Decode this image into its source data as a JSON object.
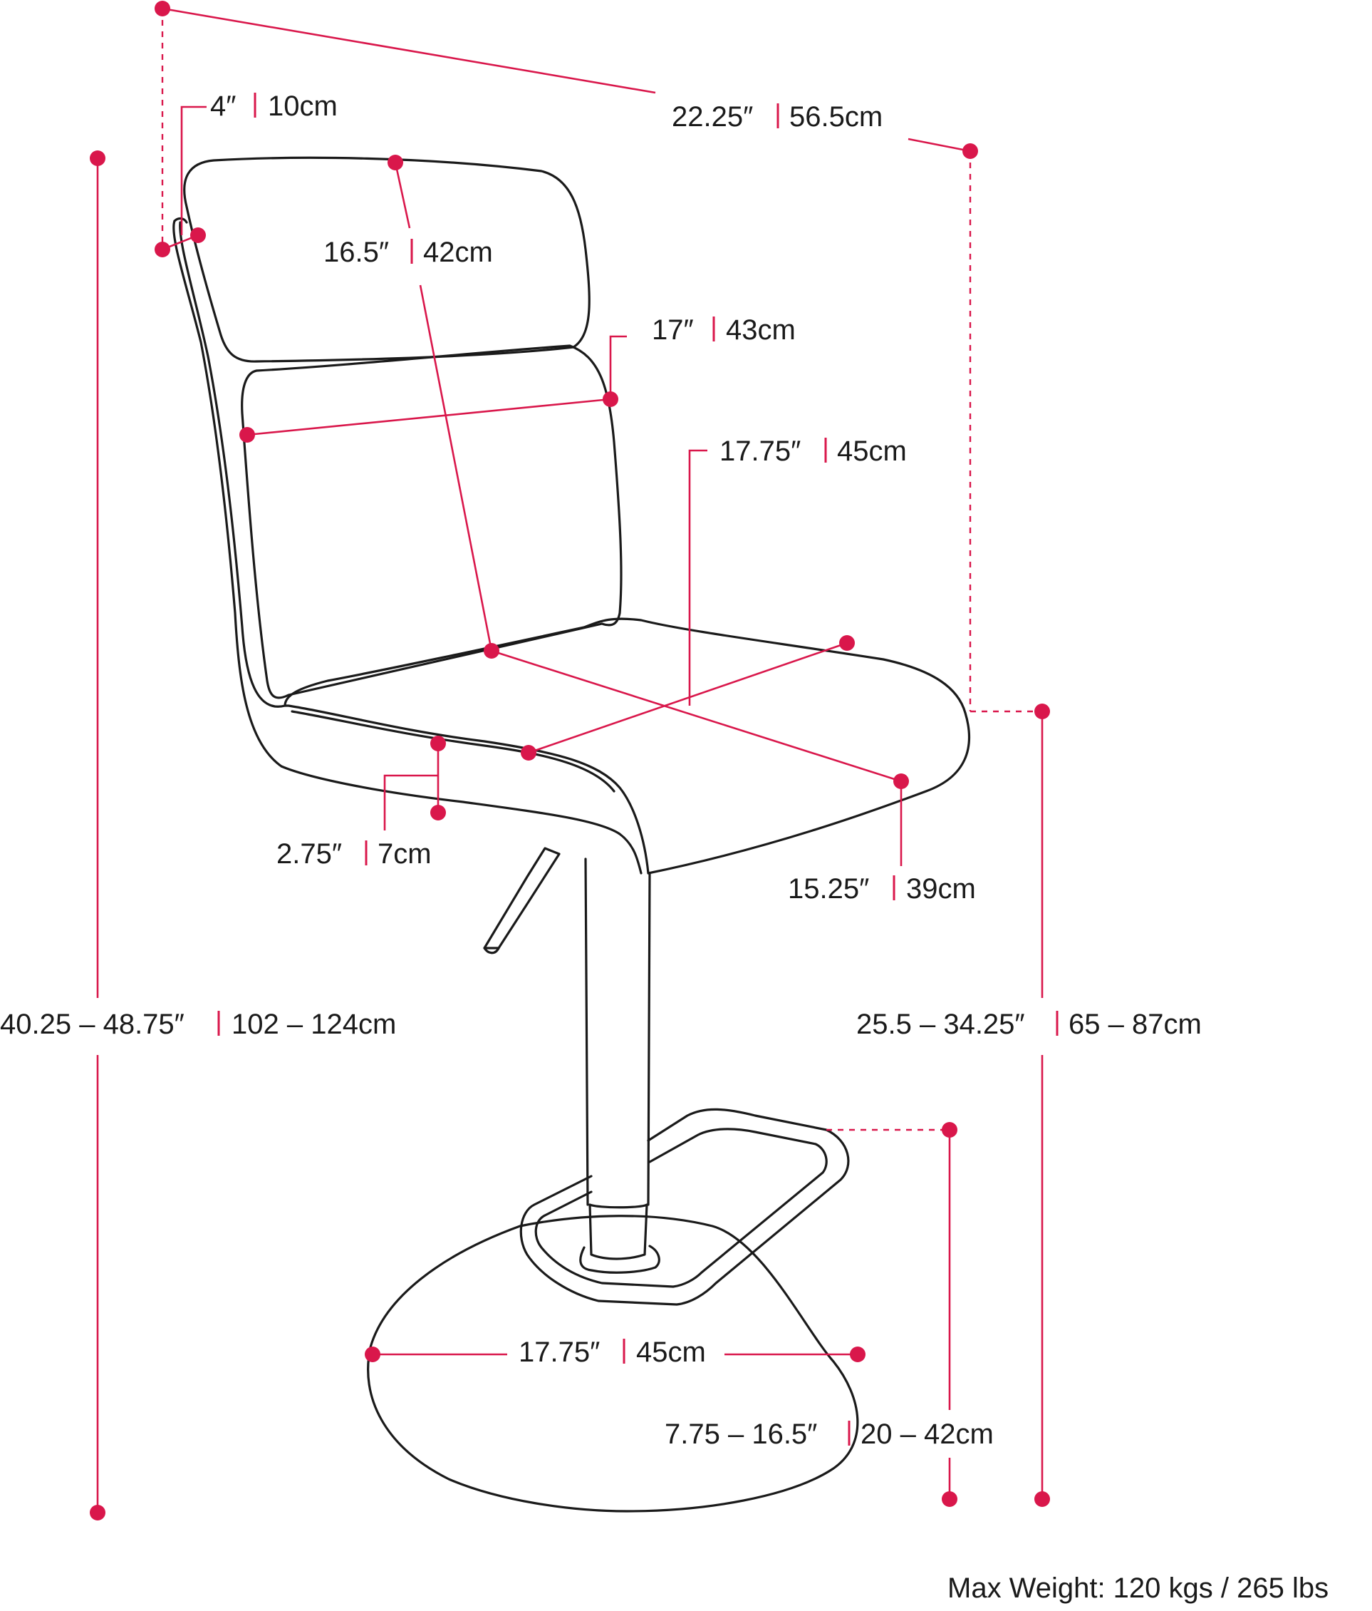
{
  "accent_color": "#d9174b",
  "line_color": "#1a1a1a",
  "dimensions": {
    "overall_depth": {
      "in": "22.25″",
      "cm": "56.5cm"
    },
    "back_thickness": {
      "in": "4″",
      "cm": "10cm"
    },
    "back_height": {
      "in": "16.5″",
      "cm": "42cm"
    },
    "back_width": {
      "in": "17″",
      "cm": "43cm"
    },
    "seat_width": {
      "in": "17.75″",
      "cm": "45cm"
    },
    "seat_thickness": {
      "in": "2.75″",
      "cm": "7cm"
    },
    "seat_depth": {
      "in": "15.25″",
      "cm": "39cm"
    },
    "overall_height": {
      "in": "40.25 – 48.75″",
      "cm": "102 – 124cm"
    },
    "seat_height": {
      "in": "25.5 – 34.25″",
      "cm": "65 – 87cm"
    },
    "base_diameter": {
      "in": "17.75″",
      "cm": "45cm"
    },
    "footrest_height": {
      "in": "7.75 – 16.5″",
      "cm": "20 – 42cm"
    }
  },
  "max_weight": "Max Weight: 120 kgs / 265 lbs"
}
